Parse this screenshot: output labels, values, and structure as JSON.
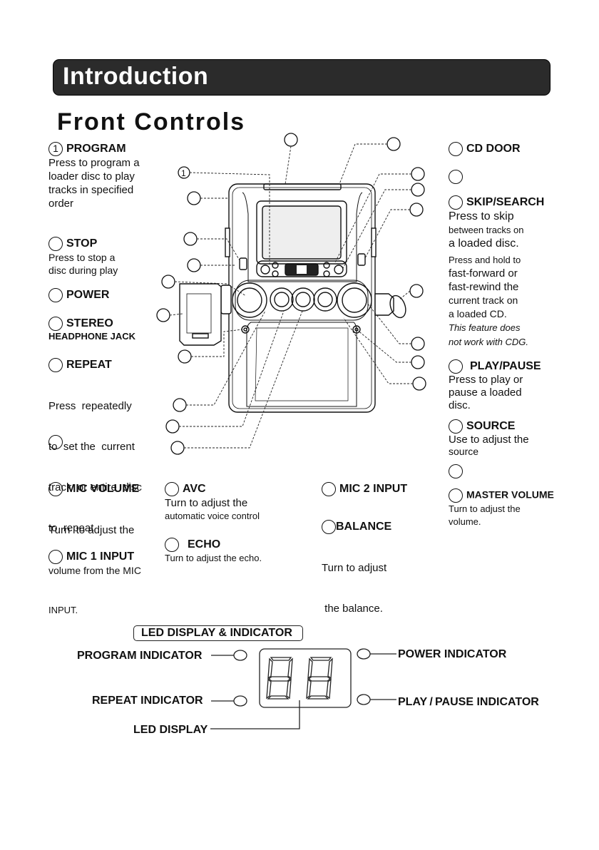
{
  "header": {
    "title": "Introduction"
  },
  "section": {
    "title": "Front Controls"
  },
  "controls": {
    "program": {
      "num": "1",
      "label": "PROGRAM",
      "desc": [
        "Press to program a",
        "loader disc to play",
        "tracks in specified",
        "order"
      ]
    },
    "stop": {
      "label": "STOP",
      "desc": [
        "Press to stop a",
        "disc during play"
      ]
    },
    "power": {
      "label": "POWER"
    },
    "stereo": {
      "label": "STEREO",
      "sub": "HEADPHONE JACK"
    },
    "repeat": {
      "label": "REPEAT",
      "desc": [
        "Press  repeatedly",
        "to  set the  current",
        "track  or entire  disc",
        "to  repeat"
      ]
    },
    "mic_volume": {
      "label": "MIC VOLUME",
      "desc": [
        "Turn  to adjust the",
        "volume from the MIC",
        "INPUT."
      ]
    },
    "mic1": {
      "label": "MIC 1 INPUT"
    },
    "avc": {
      "label": "AVC",
      "desc": [
        "Turn to adjust the",
        "automatic voice control"
      ]
    },
    "echo": {
      "label": "ECHO",
      "desc": [
        "Turn to adjust the echo."
      ]
    },
    "mic2": {
      "label": "MIC 2 INPUT"
    },
    "balance": {
      "label": "BALANCE",
      "desc": [
        "Turn to adjust",
        " the balance."
      ]
    },
    "cd_door": {
      "label": "CD DOOR"
    },
    "skip": {
      "label": "SKIP/SEARCH",
      "desc": [
        "Press to skip",
        "between tracks on",
        "a loaded disc.",
        "Press and hold to",
        "fast-forward or",
        "fast-rewind the",
        "current track on",
        "a loaded CD."
      ],
      "note": [
        "This feature does",
        "not work with CDG."
      ]
    },
    "play": {
      "label": "PLAY/PAUSE",
      "desc": [
        "Press to play or",
        "pause a loaded",
        "disc."
      ]
    },
    "source": {
      "label": "SOURCE",
      "desc": [
        "Use to adjust the",
        "source"
      ]
    },
    "master": {
      "label": "MASTER VOLUME",
      "desc": [
        "Turn to adjust the",
        "volume."
      ]
    }
  },
  "led": {
    "title": "LED DISPLAY & INDICATOR",
    "program_indicator": "PROGRAM  INDICATOR",
    "repeat_indicator": "REPEAT  INDICATOR",
    "led_display": "LED DISPLAY",
    "power_indicator": "POWER  INDICATOR",
    "play_pause_indicator": "PLAY / PAUSE INDICATOR"
  }
}
